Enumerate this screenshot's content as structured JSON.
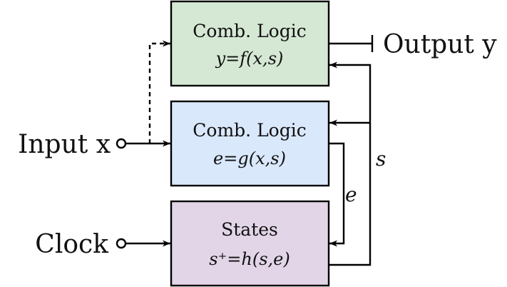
{
  "blocks": {
    "output_logic": {
      "title": "Comb. Logic",
      "equation": "y=f(x,s)",
      "fill": "#d5e8d4"
    },
    "next_logic": {
      "title": "Comb. Logic",
      "equation": "e=g(x,s)",
      "fill": "#dae8fc"
    },
    "states": {
      "title": "States",
      "equation": "s⁺=h(s,e)",
      "fill": "#e1d5e7"
    }
  },
  "labels": {
    "input": "Input x",
    "clock": "Clock",
    "output": "Output y",
    "s": "s",
    "e": "e"
  }
}
